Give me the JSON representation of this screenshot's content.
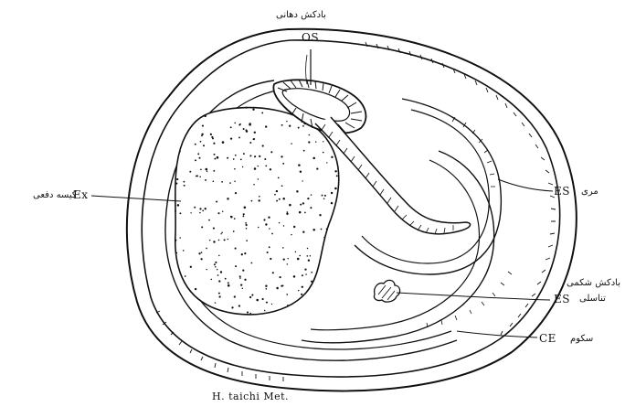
{
  "labels": {
    "os": {
      "fa": "بادکش دهانی",
      "code": "OS"
    },
    "ex": {
      "fa": "کیسه دفعی",
      "code": "Ex"
    },
    "es_top": {
      "fa": "مری",
      "code": "ES"
    },
    "es_bottom": {
      "fa_line1": "بادکش شکمی",
      "fa_line2": "تناسلی",
      "code": "ES"
    },
    "ce": {
      "fa": "سکوم",
      "code": "CE"
    }
  },
  "caption": "H. taichi  Met."
}
